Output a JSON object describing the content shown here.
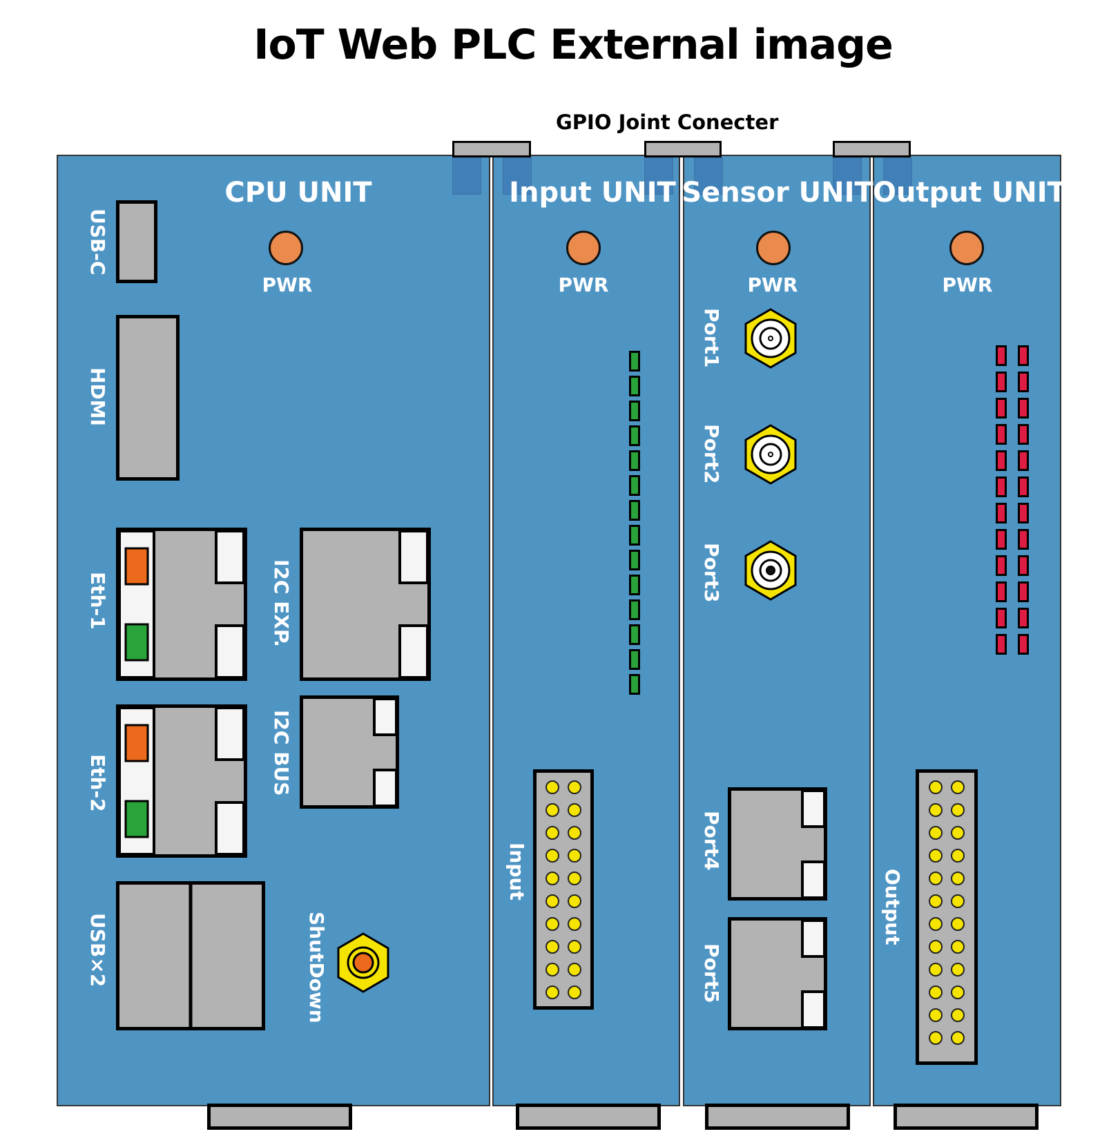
{
  "title": "IoT Web PLC External image",
  "gpio_label": "GPIO Joint Conecter",
  "units": {
    "cpu": {
      "title": "CPU UNIT",
      "pwr": "PWR"
    },
    "input": {
      "title": "Input UNIT",
      "pwr": "PWR"
    },
    "sensor": {
      "title": "Sensor UNIT",
      "pwr": "PWR"
    },
    "output": {
      "title": "Output UNIT",
      "pwr": "PWR"
    }
  },
  "cpu_ports": {
    "usbc": "USB-C",
    "hdmi": "HDMI",
    "eth1": "Eth-1",
    "eth2": "Eth-2",
    "i2c_exp": "I2C EXP.",
    "i2c_bus": "I2C BUS",
    "usb2": "USB×2",
    "shutdown": "ShutDown"
  },
  "input_ports": {
    "terminal": "Input"
  },
  "sensor_ports": {
    "port1": "Port1",
    "port2": "Port2",
    "port3": "Port3",
    "port4": "Port4",
    "port5": "Port5"
  },
  "output_ports": {
    "terminal": "Output"
  },
  "indicators": {
    "input_leds": 14,
    "output_led_rows": 12,
    "output_led_cols": 2
  },
  "colors": {
    "unit_body": "#4f95c4",
    "pwr_led": "#ea8a4c",
    "input_led": "#2aa33a",
    "output_led": "#dd1d44",
    "terminal_pin": "#f5e400",
    "eth_led_orange": "#ec6a1c",
    "eth_led_green": "#2aa33a",
    "connector_gray": "#b3b3b3"
  }
}
